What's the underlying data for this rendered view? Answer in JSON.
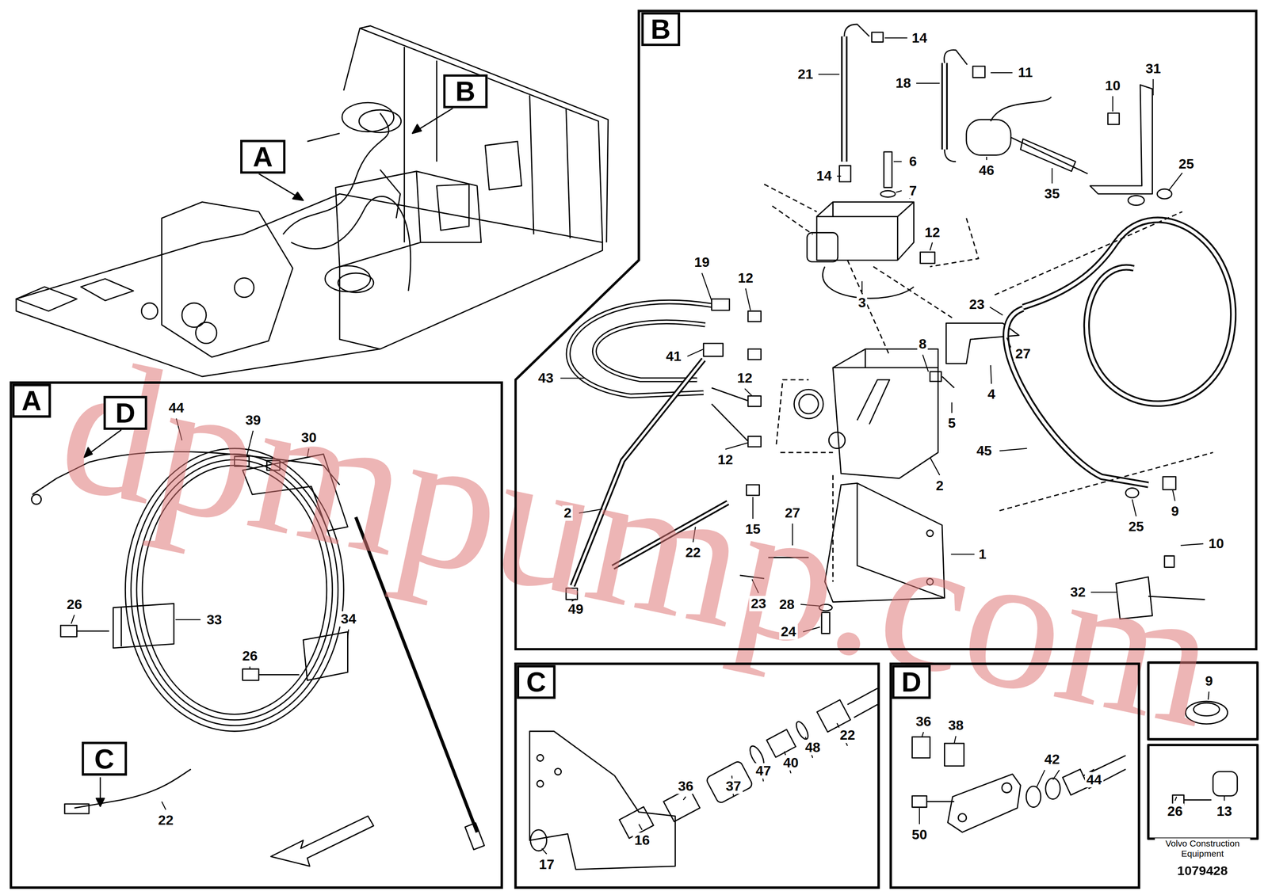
{
  "diagram": {
    "nodes": [
      {
        "text": [
          "B"
        ]
      },
      {
        "text": [
          "B"
        ]
      },
      {
        "text": [
          "A"
        ]
      },
      {
        "text": [
          "A"
        ]
      },
      {
        "text": [
          "D"
        ],
        "in": 3
      },
      {
        "text": [
          "C"
        ],
        "in": 3
      },
      {
        "text": [
          "C"
        ]
      },
      {
        "text": [
          "D"
        ]
      }
    ],
    "labels": [
      "14",
      "21",
      "18",
      "11",
      "31",
      "10",
      "46",
      "25",
      "14",
      "6",
      "7",
      "35",
      "12",
      "19",
      "12",
      "3",
      "23",
      "41",
      "8",
      "27",
      "43",
      "12",
      "4",
      "5",
      "45",
      "12",
      "2",
      "2",
      "15",
      "27",
      "9",
      "25",
      "1",
      "22",
      "10",
      "32",
      "23",
      "28",
      "49",
      "24",
      "44",
      "39",
      "30",
      "26",
      "33",
      "34",
      "26",
      "22",
      "36",
      "37",
      "47",
      "40",
      "48",
      "22",
      "16",
      "17",
      "36",
      "38",
      "42",
      "44",
      "50",
      "9",
      "26",
      "13",
      "Volvo Construction Equipment",
      "1079428",
      "dpmpump.com"
    ]
  }
}
